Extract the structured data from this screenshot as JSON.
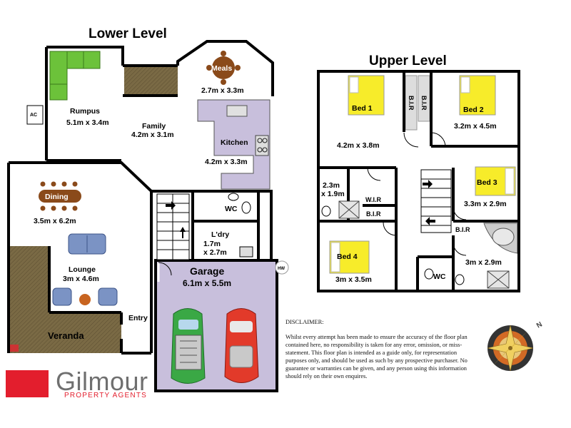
{
  "levels": {
    "lower": "Lower Level",
    "upper": "Upper Level"
  },
  "lower_rooms": {
    "rumpus": {
      "name": "Rumpus",
      "size": "5.1m x 3.4m"
    },
    "family": {
      "name": "Family",
      "size": "4.2m x 3.1m"
    },
    "meals": {
      "name": "Meals",
      "size": "2.7m x 3.3m"
    },
    "kitchen": {
      "name": "Kitchen",
      "size": "4.2m x 3.3m"
    },
    "dining": {
      "name": "Dining",
      "size": "3.5m x 6.2m"
    },
    "lounge": {
      "name": "Lounge",
      "size": "3m x 4.6m"
    },
    "veranda": {
      "name": "Veranda"
    },
    "entry": {
      "name": "Entry"
    },
    "wc": {
      "name": "WC"
    },
    "laundry": {
      "name": "L'dry",
      "size_line1": "1.7m",
      "size_line2": "x 2.7m"
    },
    "garage": {
      "name": "Garage",
      "size": "6.1m x 5.5m"
    },
    "ac": {
      "name": "AC"
    },
    "hw": {
      "name": "HW"
    }
  },
  "upper_rooms": {
    "bed1": {
      "name": "Bed 1",
      "size": "4.2m x 3.8m"
    },
    "bed2": {
      "name": "Bed 2",
      "size": "3.2m x 4.5m"
    },
    "bed3": {
      "name": "Bed 3",
      "size": "3.3m x 2.9m"
    },
    "bed4": {
      "name": "Bed 4",
      "size": "3m x 3.5m"
    },
    "bath_left": {
      "size_line1": "2.3m",
      "size_line2": "x 1.9m"
    },
    "ensuite": {
      "size": "3m x 2.9m"
    },
    "wir": {
      "name": "W.I.R"
    },
    "bir_left": {
      "name": "B.I.R"
    },
    "bir_right": {
      "name": "B.I.R"
    },
    "bir_a": {
      "name": "B.I.R"
    },
    "bir_b": {
      "name": "B.I.R"
    },
    "wc": {
      "name": "WC"
    }
  },
  "disclaimer": {
    "title": "DISCLAIMER:",
    "body": "Whilst every attempt has been made to ensure the accuracy of the floor plan contained here, no responsibility is taken for any error, omission, or miss-statement. This floor plan is intended as a guide only, for representation purposes only, and should be used as such by any prospective purchaser. No guarantee or warranties can be given, and any person using this information should rely on their own enquires."
  },
  "brand": {
    "name": "Gilmour",
    "tagline": "PROPERTY AGENTS",
    "red": "#e31e2d",
    "gray": "#6f6f6f"
  },
  "compass": {
    "north": "N"
  },
  "colors": {
    "garage": "#c8bfdc",
    "kitchen": "#c8bfdc",
    "veranda": "#7a6a45",
    "bed": "#f7ec2a",
    "sofa_blue": "#7b93c4",
    "sofa_green": "#6cc23a",
    "table": "#8a4a1a",
    "car_green": "#3aa845",
    "car_red": "#e23a2a"
  }
}
